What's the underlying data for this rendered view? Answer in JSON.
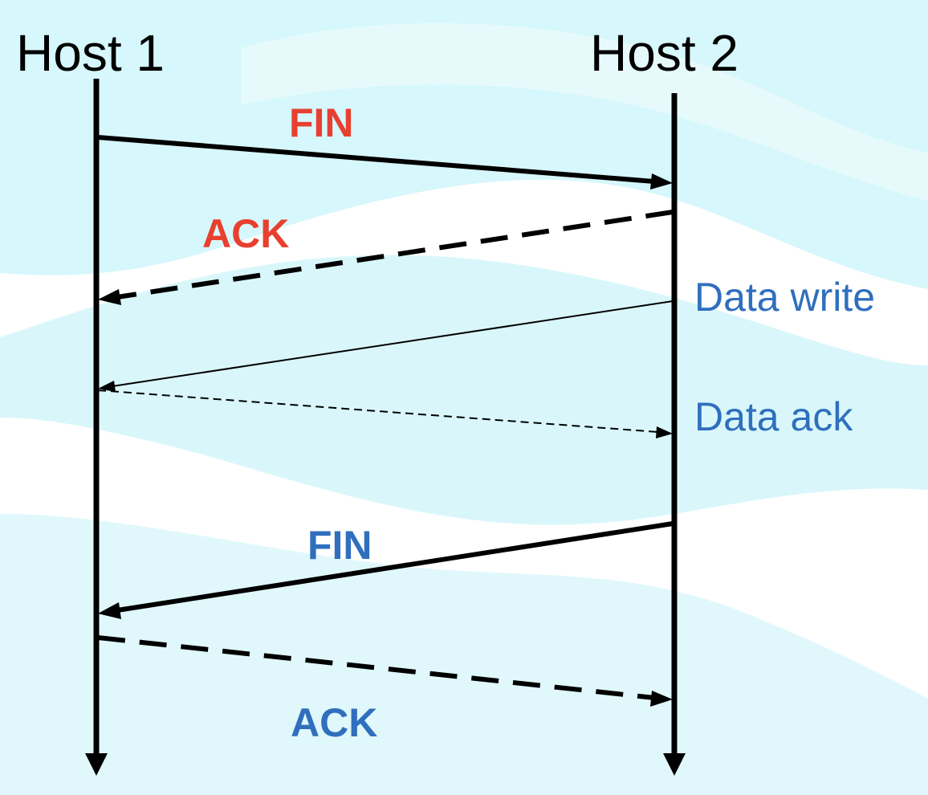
{
  "hosts": {
    "left": "Host 1",
    "right": "Host 2"
  },
  "messages": [
    {
      "id": "fin-1",
      "label": "FIN",
      "from": "Host 1",
      "to": "Host 2",
      "line": "solid-thick",
      "color": "#e8402f"
    },
    {
      "id": "ack-1",
      "label": "ACK",
      "from": "Host 2",
      "to": "Host 1",
      "line": "dashed-thick",
      "color": "#e8402f"
    },
    {
      "id": "data-write",
      "label": "Data write",
      "from": "Host 2",
      "to": "Host 1",
      "line": "solid-thin",
      "color": "#2f6fbd"
    },
    {
      "id": "data-ack",
      "label": "Data ack",
      "from": "Host 1",
      "to": "Host 2",
      "line": "dashed-thin",
      "color": "#2f6fbd"
    },
    {
      "id": "fin-2",
      "label": "FIN",
      "from": "Host 2",
      "to": "Host 1",
      "line": "solid-thick",
      "color": "#2f6fbd"
    },
    {
      "id": "ack-2",
      "label": "ACK",
      "from": "Host 1",
      "to": "Host 2",
      "line": "dashed-thick",
      "color": "#2f6fbd"
    }
  ],
  "colors": {
    "background_accent": "#d6f7fb",
    "host_line": "#000000",
    "red_label": "#e8402f",
    "blue_label": "#2f6fbd"
  }
}
